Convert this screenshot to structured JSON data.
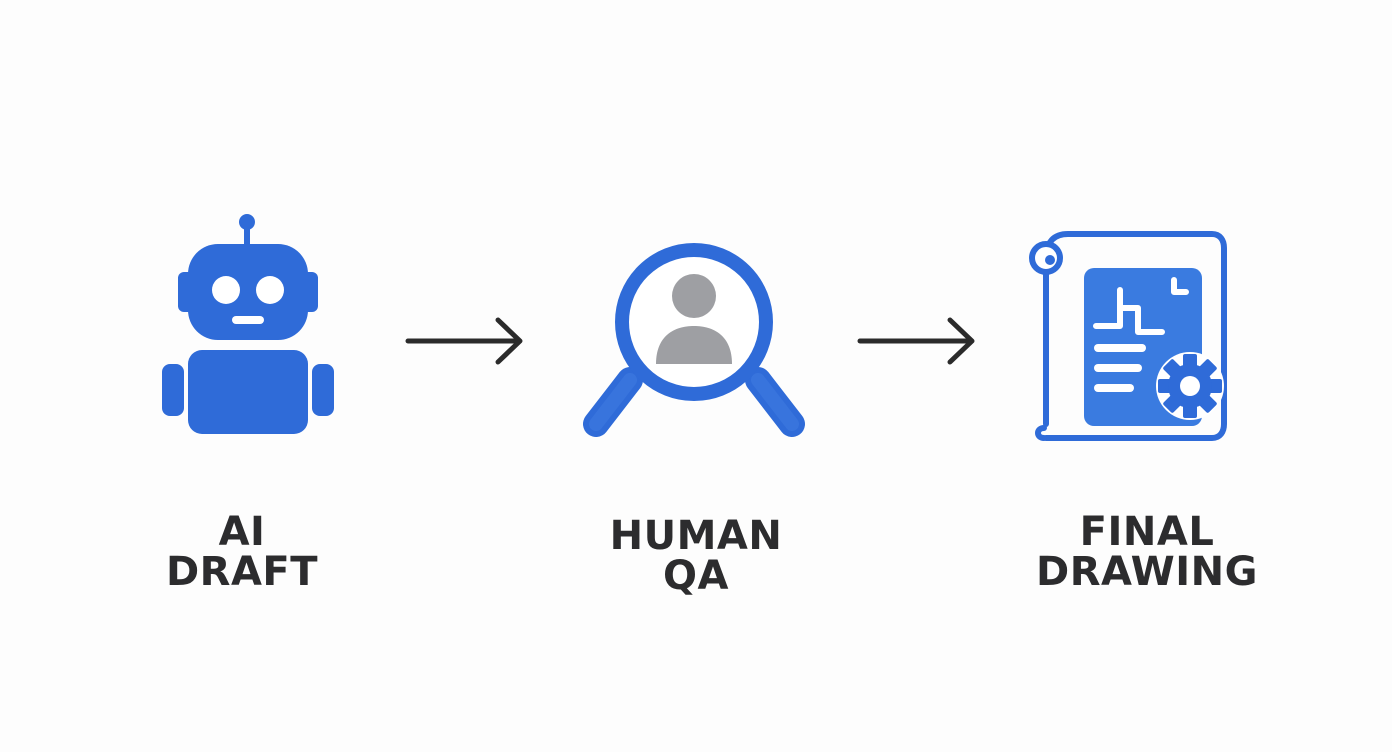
{
  "colors": {
    "accent": "#2f6bd8",
    "accent_light": "#4a86e8",
    "person": "#9e9fa3",
    "arrow": "#2b2b2b",
    "text": "#2c2c2e"
  },
  "steps": [
    {
      "icon": "robot-icon",
      "label_lines": [
        "AI",
        "DRAFT"
      ]
    },
    {
      "icon": "magnifier-person-icon",
      "label_lines": [
        "HUMAN",
        "QA"
      ]
    },
    {
      "icon": "blueprint-gear-icon",
      "label_lines": [
        "FINAL",
        "DRAWING"
      ]
    }
  ]
}
